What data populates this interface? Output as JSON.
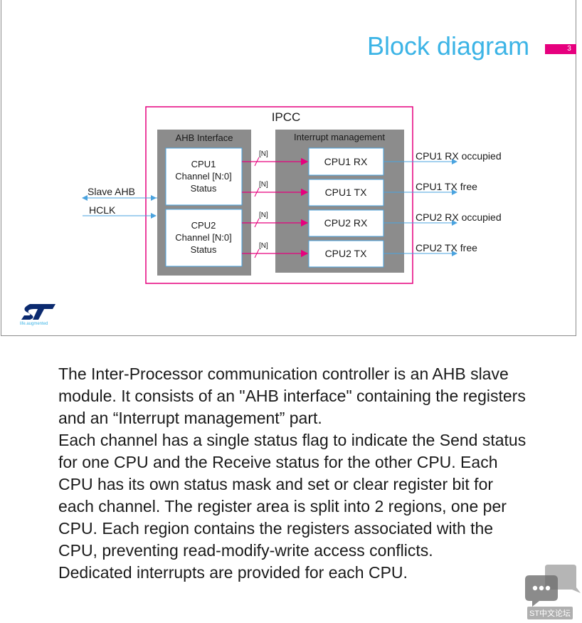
{
  "slide": {
    "title": "Block diagram",
    "page_number": "3",
    "logo_tagline": "life.augmented"
  },
  "diagram": {
    "module_label": "IPCC",
    "ahb_interface_label": "AHB Interface",
    "interrupt_management_label": "Interrupt management",
    "cpu1_block": [
      "CPU1",
      "Channel [N:0]",
      "Status"
    ],
    "cpu2_block": [
      "CPU2",
      "Channel [N:0]",
      "Status"
    ],
    "signals": [
      "CPU1 RX",
      "CPU1 TX",
      "CPU2 RX",
      "CPU2 TX"
    ],
    "bus_label": "[N]",
    "inputs": [
      "Slave AHB",
      "HCLK"
    ],
    "outputs": [
      "CPU1 RX occupied",
      "CPU1 TX free",
      "CPU2 RX occupied",
      "CPU2 TX free"
    ]
  },
  "description": [
    "The Inter-Processor communication controller is an AHB slave module. It consists of an \"AHB interface\" containing the registers and an “Interrupt management” part.",
    "Each channel has a single status flag to indicate the Send status for one CPU and the Receive status for the other CPU. Each CPU has its own status mask and set or clear register bit for each channel. The register area is split into 2 regions, one per CPU. Each region contains the registers associated with the CPU, preventing read-modify-write access conflicts.",
    "Dedicated interrupts are provided for each CPU."
  ],
  "watermark": {
    "label": "ST中文论坛"
  },
  "colors": {
    "title_blue": "#3cb4e6",
    "magenta": "#e6007e",
    "block_gray": "#8c8c8c",
    "signal_blue": "#4aa3df"
  }
}
